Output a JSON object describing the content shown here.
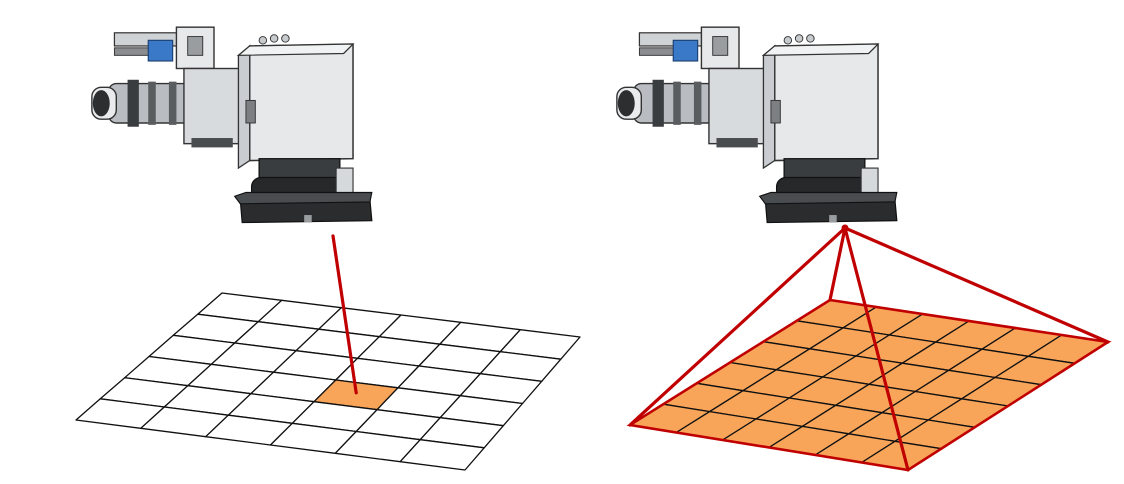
{
  "colors": {
    "background": "#ffffff",
    "beam": "#c00000",
    "cell_fill": "#f8a55a",
    "grid_line": "#111111",
    "housing_light": "#e6e8ea",
    "housing_mid": "#c9cdd1",
    "housing_dark": "#3a3d40",
    "lens_dark": "#222426",
    "connector_blue": "#3a78c8"
  },
  "panels": [
    {
      "id": "point",
      "grid_rows": 6,
      "grid_cols": 6,
      "highlight": "single-cell",
      "beam": "single-line"
    },
    {
      "id": "area",
      "grid_rows": 6,
      "grid_cols": 6,
      "highlight": "all-cells",
      "beam": "pyramid"
    }
  ],
  "icons": [
    "scanner-head-icon"
  ]
}
